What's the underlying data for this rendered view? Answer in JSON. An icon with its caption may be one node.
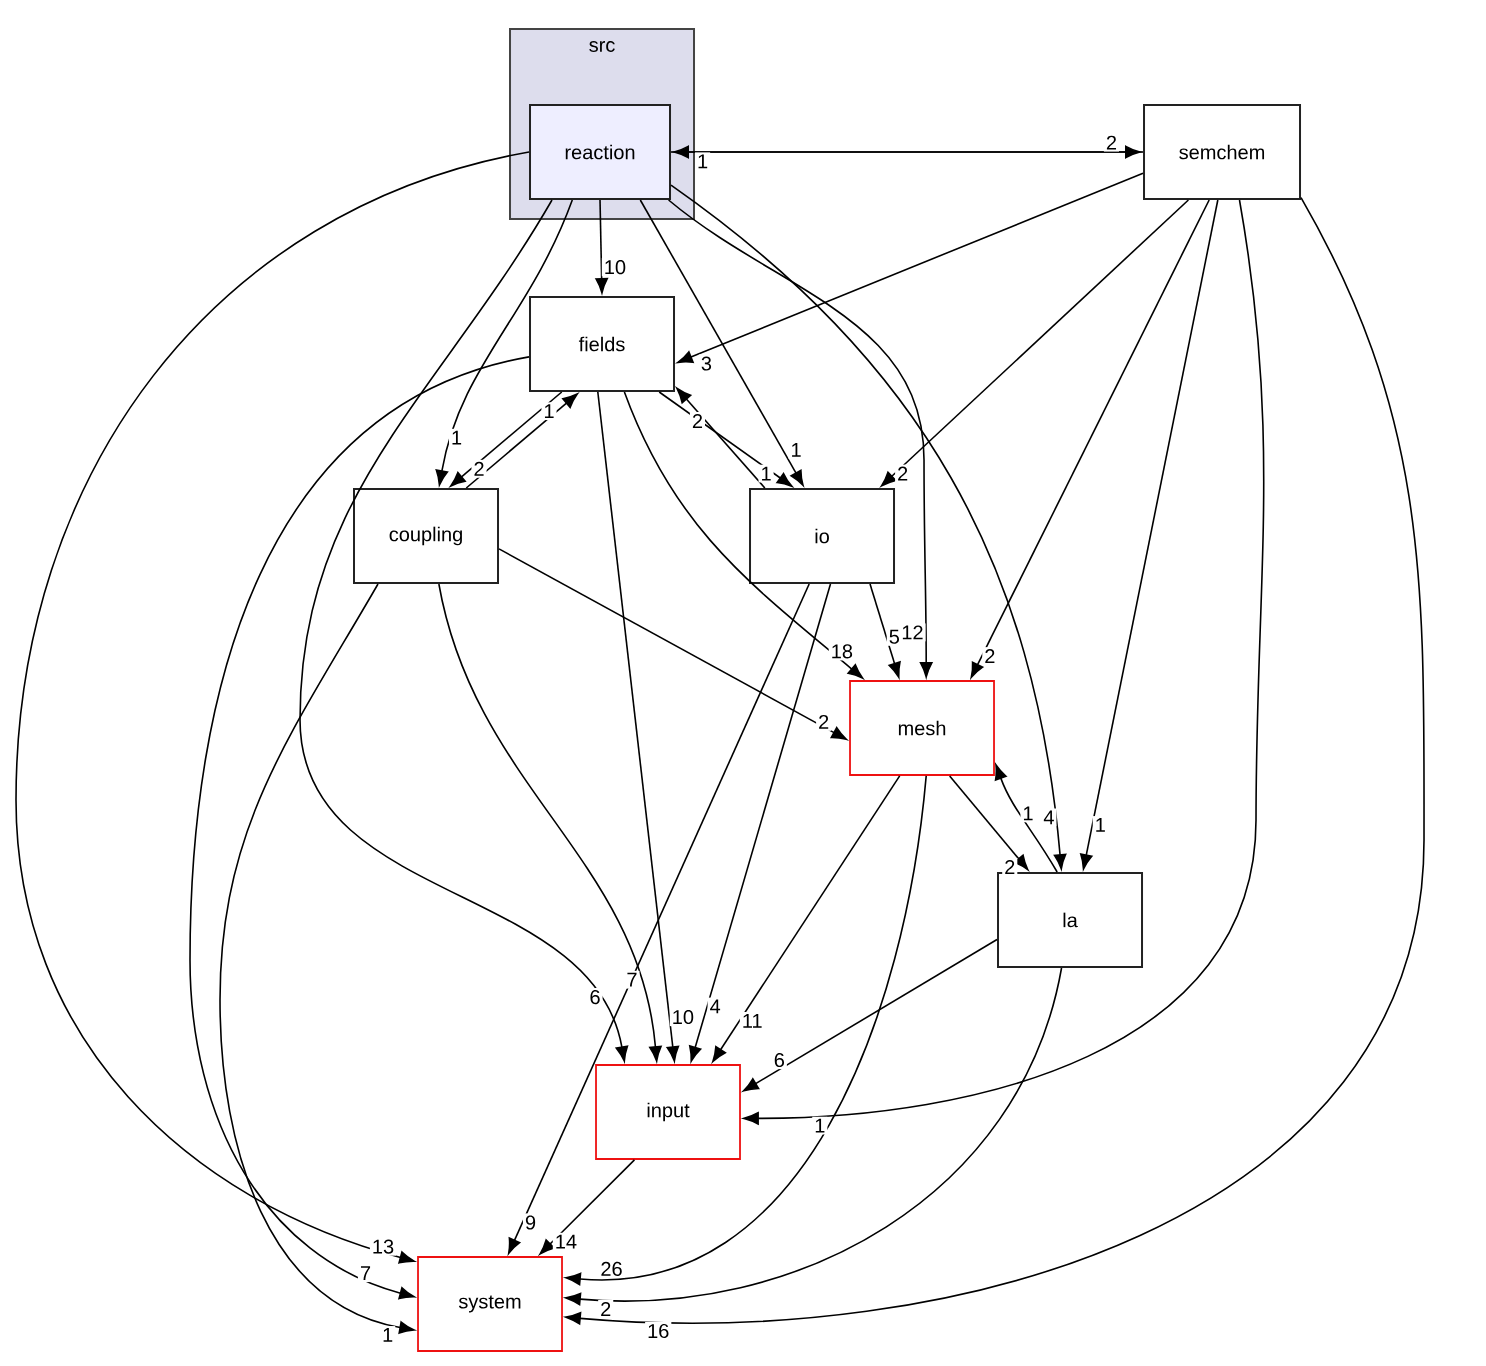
{
  "diagram": {
    "nodes": [
      {
        "text": [
          "src"
        ]
      },
      {
        "text": [
          "reaction"
        ],
        "in": 0
      },
      {
        "text": [
          "semchem"
        ]
      },
      {
        "text": [
          "fields"
        ]
      },
      {
        "text": [
          "coupling"
        ]
      },
      {
        "text": [
          "io"
        ]
      },
      {
        "text": [
          "mesh"
        ]
      },
      {
        "text": [
          "la"
        ]
      },
      {
        "text": [
          "input"
        ]
      },
      {
        "text": [
          "system"
        ]
      }
    ],
    "edges": [
      {
        "from": 1,
        "to": 2,
        "arrow": "to",
        "label": "2"
      },
      {
        "from": 2,
        "to": 1,
        "arrow": "to",
        "label": "1"
      },
      {
        "from": 1,
        "to": 3,
        "arrow": "to",
        "label": "10"
      },
      {
        "from": 1,
        "to": 4,
        "arrow": "to",
        "label": "1"
      },
      {
        "from": 1,
        "to": 5,
        "arrow": "to",
        "label": "1"
      },
      {
        "from": 1,
        "to": 6,
        "arrow": "to",
        "label": "12"
      },
      {
        "from": 1,
        "to": 7,
        "arrow": "to",
        "label": "4"
      },
      {
        "from": 1,
        "to": 8,
        "arrow": "to",
        "label": "6"
      },
      {
        "from": 1,
        "to": 9,
        "arrow": "to",
        "label": "13"
      },
      {
        "from": 2,
        "to": 3,
        "arrow": "to",
        "label": "3"
      },
      {
        "from": 2,
        "to": 5,
        "arrow": "to",
        "label": "2"
      },
      {
        "from": 2,
        "to": 6,
        "arrow": "to",
        "label": "2"
      },
      {
        "from": 2,
        "to": 7,
        "arrow": "to",
        "label": "1"
      },
      {
        "from": 2,
        "to": 8,
        "arrow": "to",
        "label": "1"
      },
      {
        "from": 2,
        "to": 9,
        "arrow": "to",
        "label": "16"
      },
      {
        "from": 3,
        "to": 4,
        "arrow": "to",
        "label": "2"
      },
      {
        "from": 4,
        "to": 3,
        "arrow": "to",
        "label": "1"
      },
      {
        "from": 3,
        "to": 5,
        "arrow": "to",
        "label": "1"
      },
      {
        "from": 5,
        "to": 3,
        "arrow": "to",
        "label": "2"
      },
      {
        "from": 3,
        "to": 6,
        "arrow": "to",
        "label": "18"
      },
      {
        "from": 3,
        "to": 8,
        "arrow": "to",
        "label": "10"
      },
      {
        "from": 3,
        "to": 9,
        "arrow": "to",
        "label": "7"
      },
      {
        "from": 4,
        "to": 6,
        "arrow": "to",
        "label": "2"
      },
      {
        "from": 4,
        "to": 8,
        "arrow": "to",
        "label": "7"
      },
      {
        "from": 4,
        "to": 9,
        "arrow": "to",
        "label": "1"
      },
      {
        "from": 5,
        "to": 6,
        "arrow": "to",
        "label": "5"
      },
      {
        "from": 5,
        "to": 8,
        "arrow": "to",
        "label": "4"
      },
      {
        "from": 5,
        "to": 9,
        "arrow": "to",
        "label": "9"
      },
      {
        "from": 6,
        "to": 7,
        "arrow": "to",
        "label": "2"
      },
      {
        "from": 7,
        "to": 6,
        "arrow": "to",
        "label": "1"
      },
      {
        "from": 6,
        "to": 8,
        "arrow": "to",
        "label": "11"
      },
      {
        "from": 6,
        "to": 9,
        "arrow": "to",
        "label": "26"
      },
      {
        "from": 7,
        "to": 8,
        "arrow": "to",
        "label": "6"
      },
      {
        "from": 7,
        "to": 9,
        "arrow": "to",
        "label": "2"
      },
      {
        "from": 8,
        "to": 9,
        "arrow": "to",
        "label": "14"
      }
    ]
  }
}
